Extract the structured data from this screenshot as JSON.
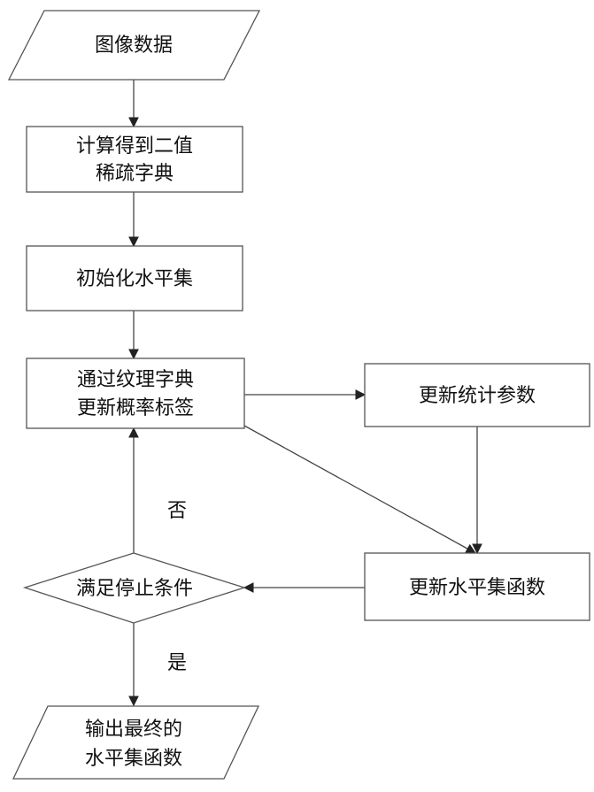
{
  "nodes": {
    "input": {
      "label": "图像数据"
    },
    "compute_dict": {
      "line1": "计算得到二值",
      "line2": "稀疏字典"
    },
    "init_level_set": {
      "label": "初始化水平集"
    },
    "update_prob": {
      "line1": "通过纹理字典",
      "line2": "更新概率标签"
    },
    "update_stats": {
      "label": "更新统计参数"
    },
    "update_level_fn": {
      "label": "更新水平集函数"
    },
    "stop_check": {
      "label": "满足停止条件"
    },
    "output": {
      "line1": "输出最终的",
      "line2": "水平集函数"
    }
  },
  "edges": {
    "no_label": "否",
    "yes_label": "是"
  }
}
